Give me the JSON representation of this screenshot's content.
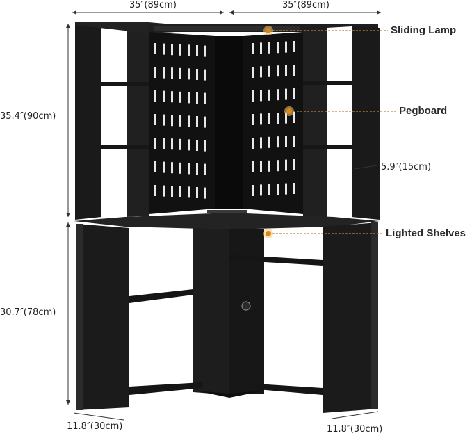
{
  "product": {
    "name": "",
    "colors": {
      "wood": "#1c1c1c",
      "wood_edge": "#2e2e2e",
      "wood_shadow": "#0f0f0f",
      "accent": "#d9881a",
      "leader": "#b8893a",
      "dimension_line": "#333333"
    }
  },
  "dimensions": {
    "top_left_width": "35″(89cm)",
    "top_right_width": "35″(89cm)",
    "hutch_height": "35.4″(90cm)",
    "desk_height": "30.7″(78cm)",
    "shelf_depth": "5.9″(15cm)",
    "bottom_left_depth": "11.8″(30cm)",
    "bottom_right_depth": "11.8″(30cm)"
  },
  "callouts": [
    {
      "label": "Sliding Lamp",
      "icon": "lamp-marker-icon"
    },
    {
      "label": "Pegboard",
      "icon": "pegboard-marker-icon"
    },
    {
      "label": "Lighted Shelves",
      "icon": "lighted-shelf-marker-icon"
    }
  ]
}
